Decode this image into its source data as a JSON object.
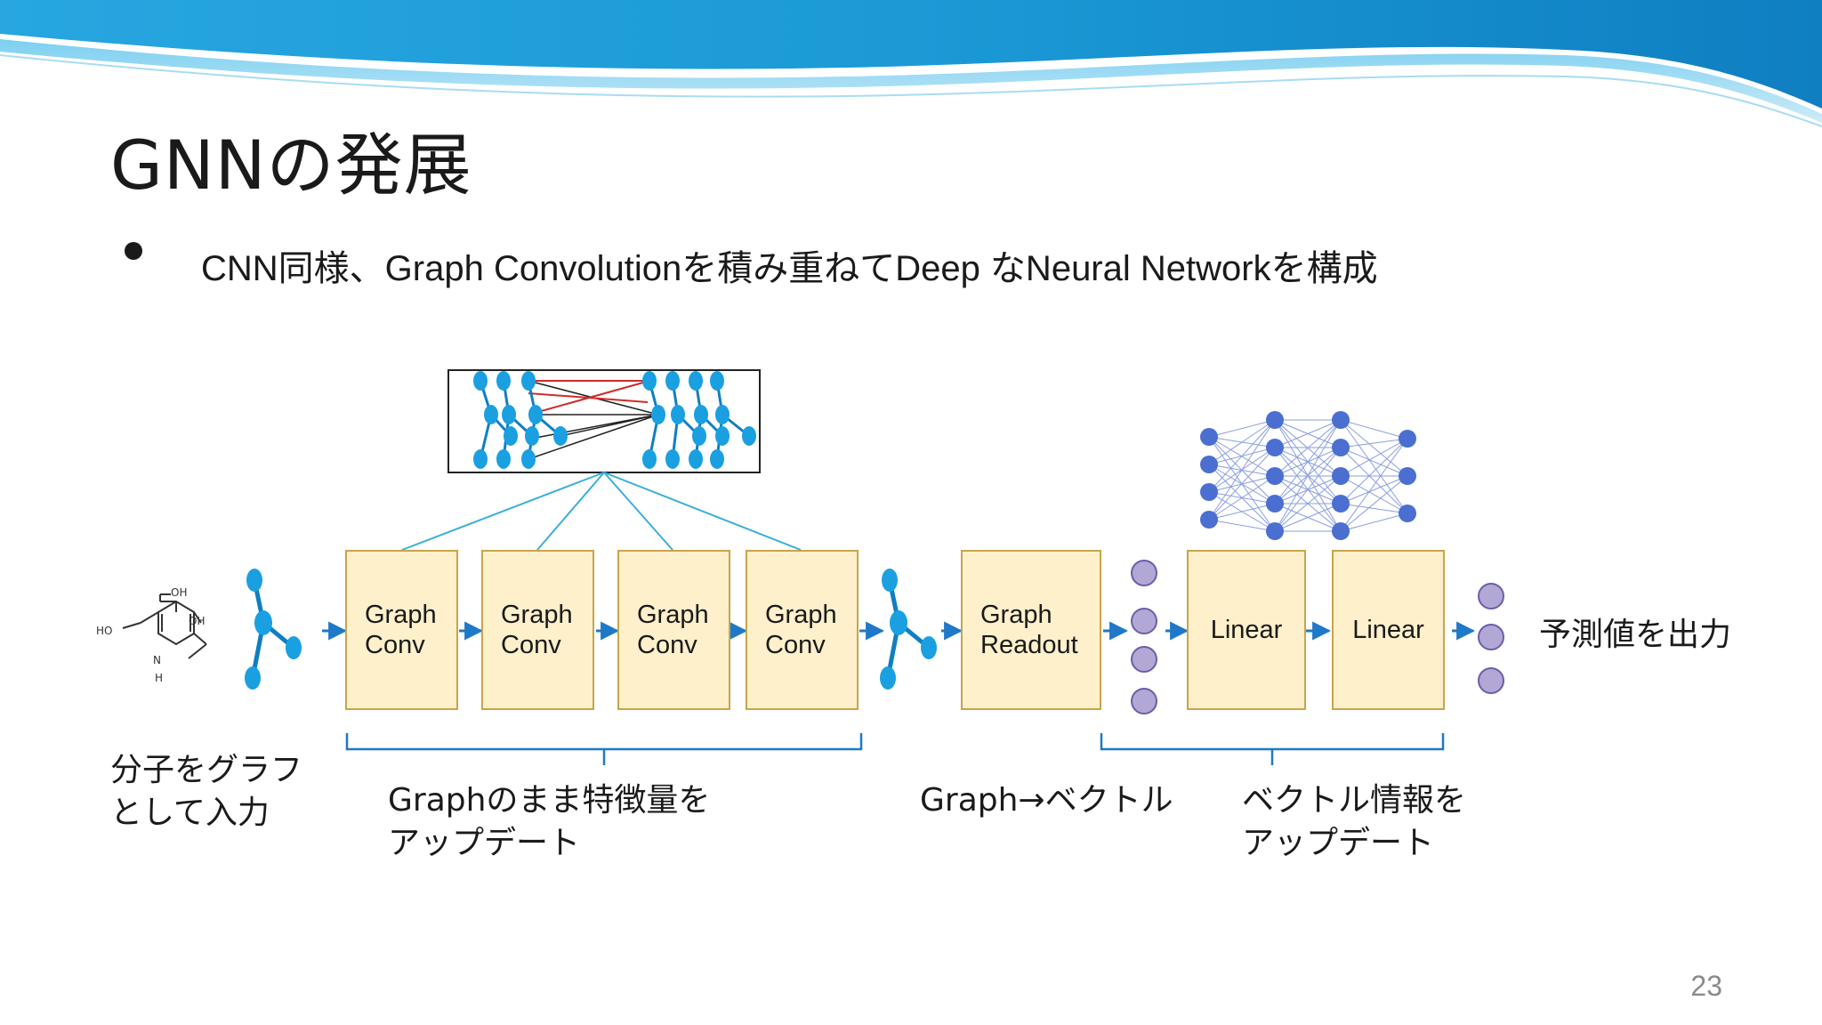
{
  "title": "GNNの発展",
  "bullet": "CNN同様、Graph Convolutionを積み重ねてDeep なNeural Networkを構成",
  "molecule": {
    "labels": [
      "OH",
      "HO",
      "OH",
      "N",
      "H"
    ]
  },
  "boxes": {
    "gc1": "Graph\nConv",
    "gc2": "Graph\nConv",
    "gc3": "Graph\nConv",
    "gc4": "Graph\nConv",
    "readout": "Graph\nReadout",
    "linear1": "Linear",
    "linear2": "Linear"
  },
  "captions": {
    "input": "分子をグラフ\nとして入力",
    "update_graph": "Graphのまま特徴量を\nアップデート",
    "to_vector": "Graph→ベクトル",
    "update_vector": "ベクトル情報を\nアップデート",
    "output": "予測値を出力"
  },
  "page_number": "23",
  "colors": {
    "header_blue": "#1b9ad6",
    "node_blue": "#1aa0e0",
    "arrow_blue": "#1f78c8",
    "box_fill": "#fdf0cb",
    "box_border": "#c8a44a",
    "vector_node": "#b3a7d6",
    "mlp_node": "#4a6fd1"
  }
}
